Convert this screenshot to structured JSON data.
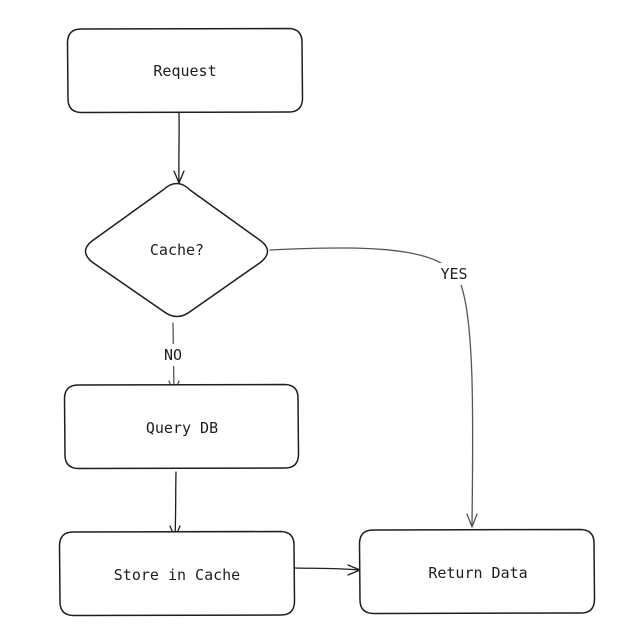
{
  "diagram": {
    "nodes": {
      "request": {
        "label": "Request",
        "shape": "rounded-rectangle"
      },
      "cache_check": {
        "label": "Cache?",
        "shape": "diamond"
      },
      "query_db": {
        "label": "Query DB",
        "shape": "rounded-rectangle"
      },
      "store_cache": {
        "label": "Store in Cache",
        "shape": "rounded-rectangle"
      },
      "return_data": {
        "label": "Return Data",
        "shape": "rounded-rectangle"
      }
    },
    "edges": [
      {
        "from": "Request",
        "to": "Cache?",
        "label": ""
      },
      {
        "from": "Cache?",
        "to": "Query DB",
        "label": "NO"
      },
      {
        "from": "Cache?",
        "to": "Return Data",
        "label": "YES"
      },
      {
        "from": "Query DB",
        "to": "Store in Cache",
        "label": ""
      },
      {
        "from": "Store in Cache",
        "to": "Return Data",
        "label": ""
      }
    ],
    "edge_labels": {
      "no": "NO",
      "yes": "YES"
    },
    "colors": {
      "stroke": "#1e1e1e",
      "muted_stroke": "#555555",
      "fill": "#ffffff",
      "background": "#ffffff"
    }
  }
}
